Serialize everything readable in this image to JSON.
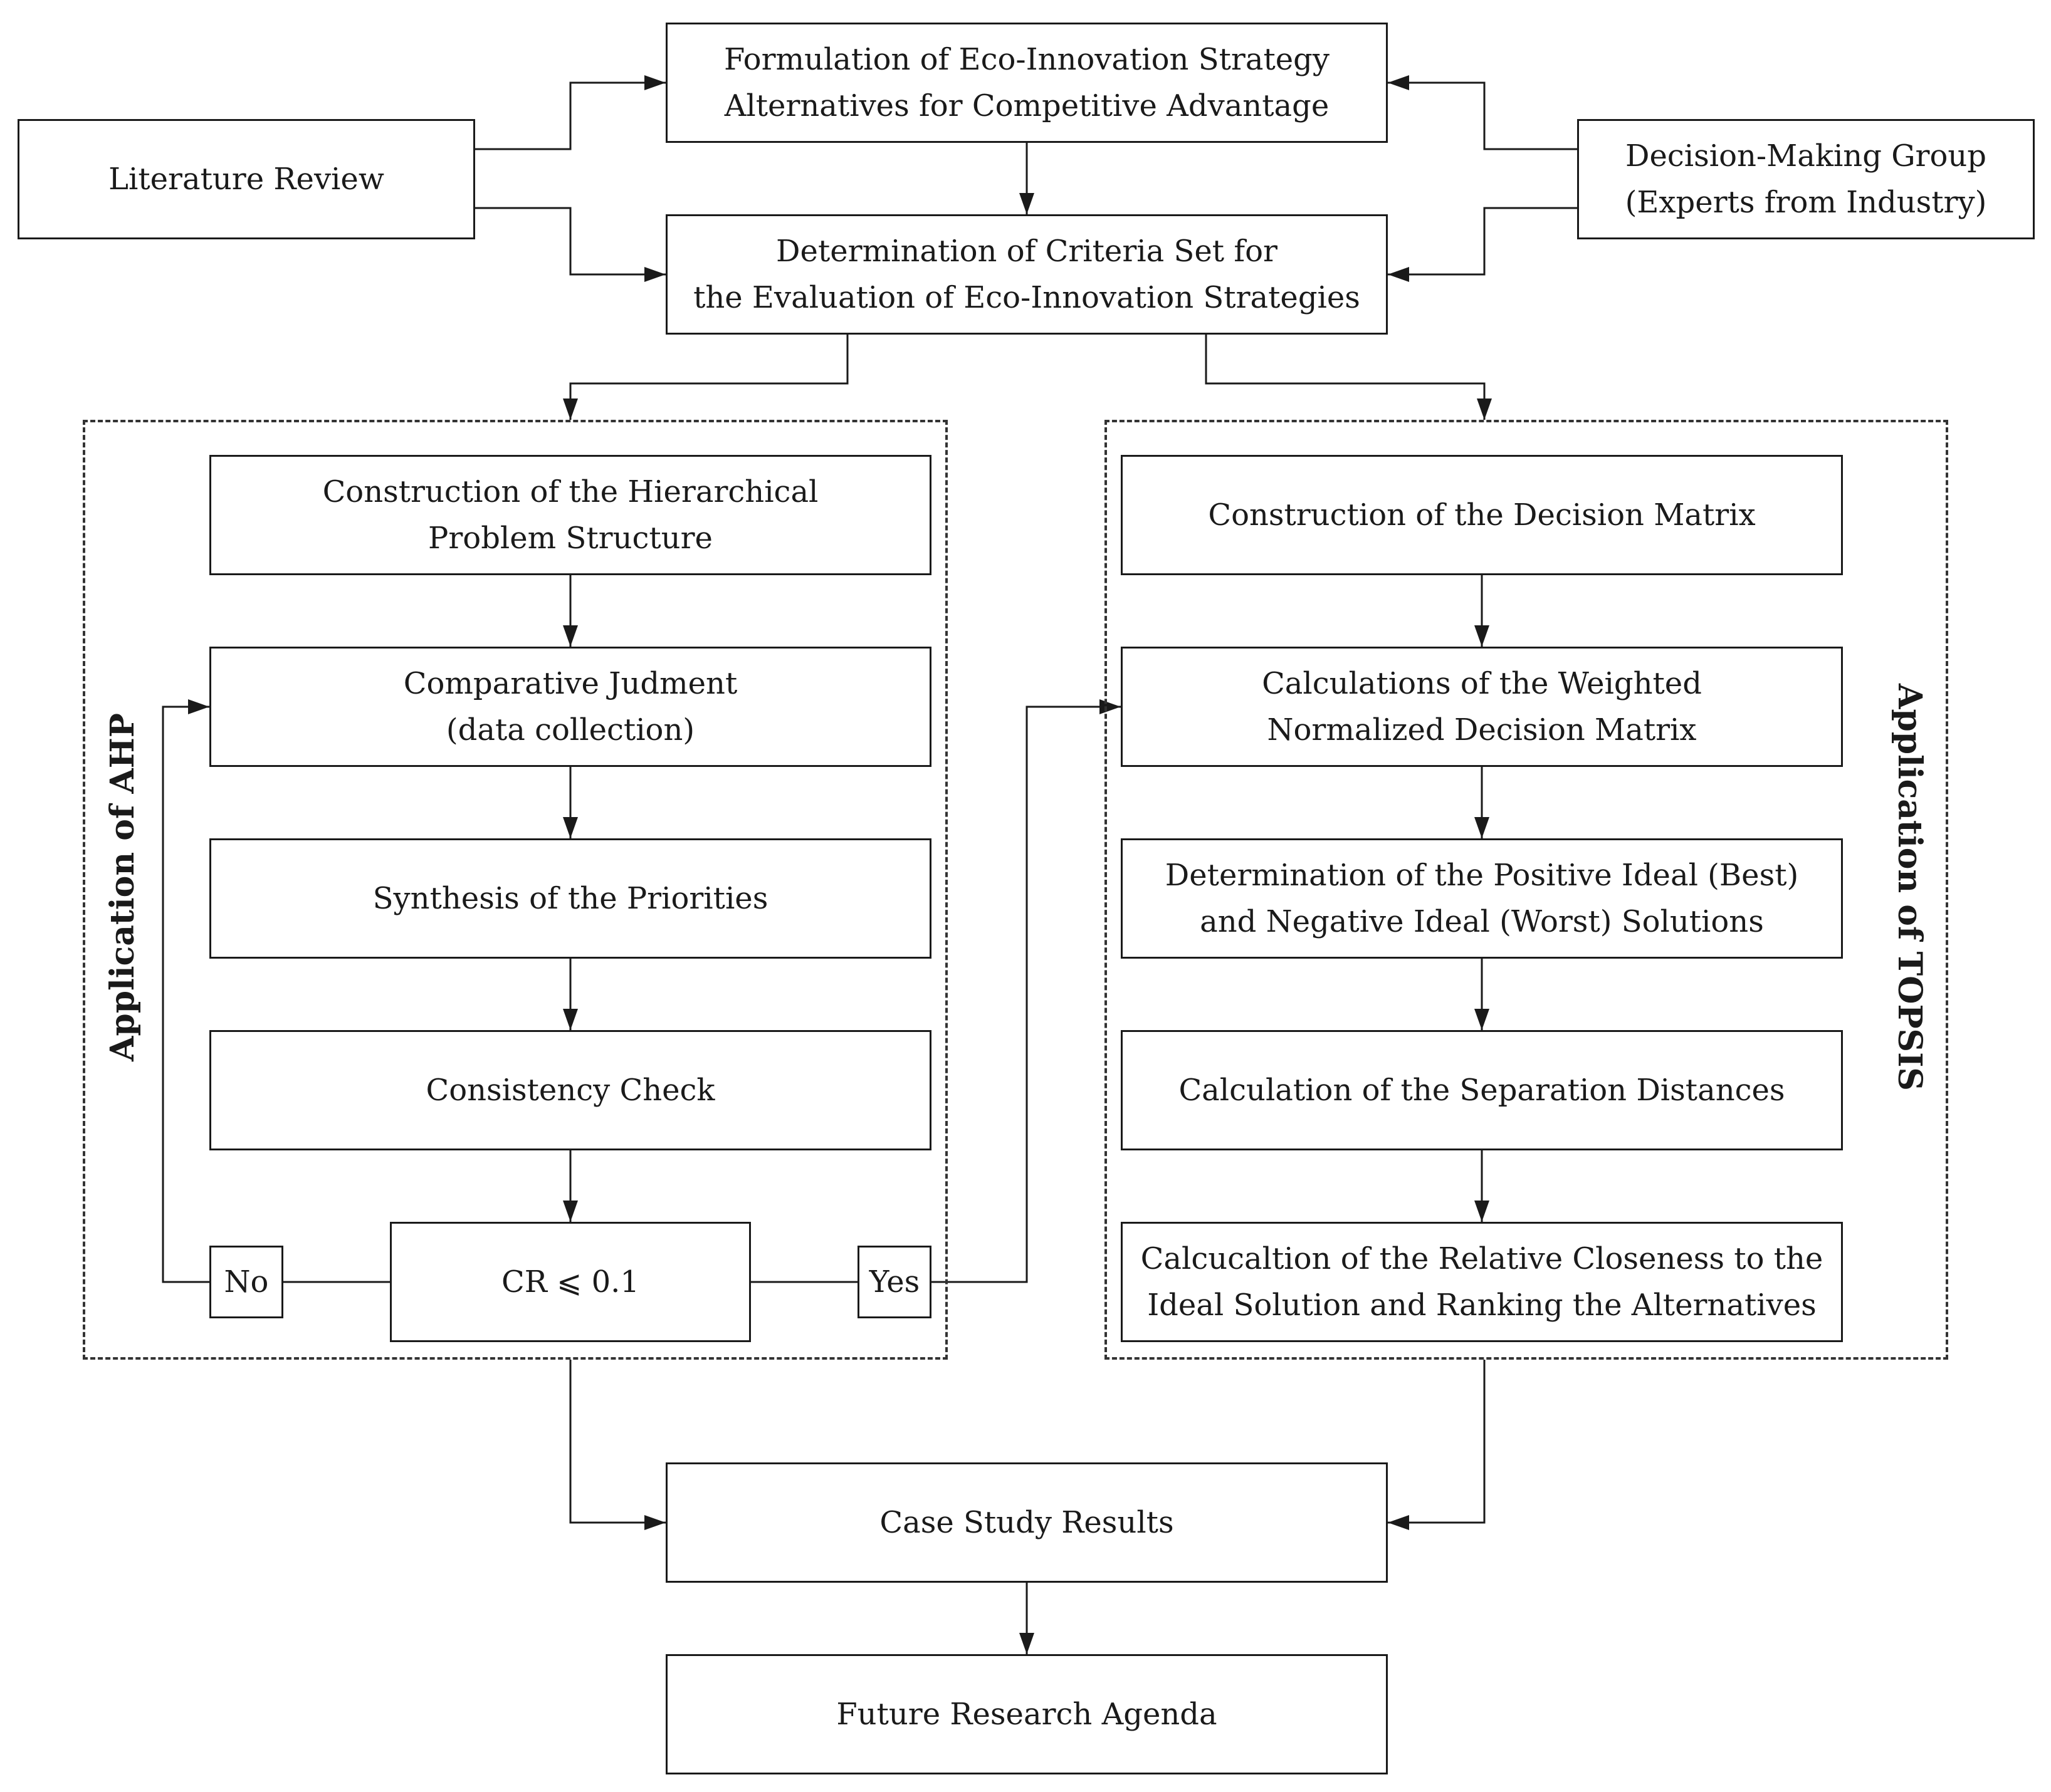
{
  "nodes": {
    "literature_review": "Literature Review",
    "formulation": [
      "Formulation of Eco-Innovation Strategy",
      "Alternatives for Competitive Advantage"
    ],
    "decision_group": [
      "Decision-Making Group",
      "(Experts from Industry)"
    ],
    "criteria_set": [
      "Determination of Criteria Set for",
      "the Evaluation of Eco-Innovation Strategies"
    ],
    "ahp_steps": {
      "hierarchy": [
        "Construction of the Hierarchical",
        "Problem Structure"
      ],
      "judgment": [
        "Comparative Judment",
        "(data collection)"
      ],
      "synthesis": "Synthesis of the Priorities",
      "consistency": "Consistency Check",
      "cr_check": "CR ⩽ 0.1",
      "no": "No",
      "yes": "Yes"
    },
    "topsis_steps": {
      "decision_matrix": "Construction of the Decision Matrix",
      "weighted_matrix": [
        "Calculations of the Weighted",
        "Normalized Decision Matrix"
      ],
      "ideal_solutions": [
        "Determination of the Positive Ideal (Best)",
        "and Negative Ideal (Worst) Solutions"
      ],
      "separation": "Calculation of the Separation Distances",
      "closeness": [
        "Calcucaltion of the Relative Closeness to the",
        "Ideal Solution and Ranking the Alternatives"
      ]
    },
    "case_study": "Case Study Results",
    "future_research": "Future Research Agenda"
  },
  "groups": {
    "ahp_label": "Application of AHP",
    "topsis_label": "Application of TOPSIS"
  },
  "colors": {
    "line": "#1a1a1a",
    "dashed_border": "#333333",
    "background": "#ffffff"
  }
}
